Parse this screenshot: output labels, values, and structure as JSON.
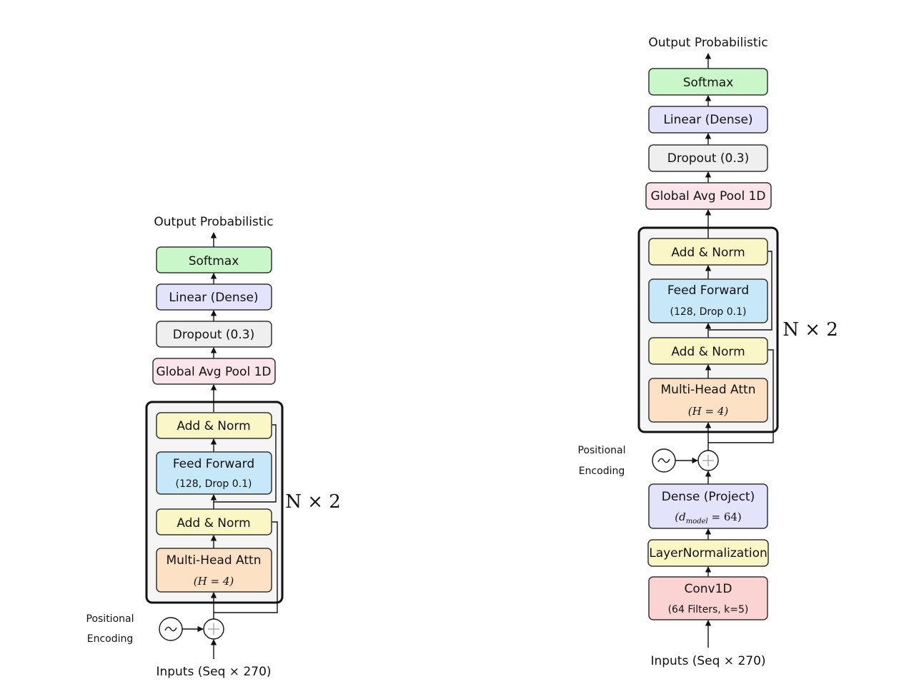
{
  "left": {
    "output": "Output Probabilistic",
    "softmax": "Softmax",
    "linear": "Linear (Dense)",
    "dropout": "Dropout (0.3)",
    "gap": "Global Avg Pool 1D",
    "addnorm_top": "Add & Norm",
    "ff_title": "Feed Forward",
    "ff_sub": "(128, Drop 0.1)",
    "addnorm_bottom": "Add & Norm",
    "mha_title": "Multi-Head Attn",
    "mha_sub": "(H = 4)",
    "nx": "N × 2",
    "pos1": "Positional",
    "pos2": "Encoding",
    "inputs": "Inputs (Seq × 270)"
  },
  "right": {
    "output": "Output Probabilistic",
    "softmax": "Softmax",
    "linear": "Linear (Dense)",
    "dropout": "Dropout (0.3)",
    "gap": "Global Avg Pool 1D",
    "addnorm_top": "Add & Norm",
    "ff_title": "Feed Forward",
    "ff_sub": "(128, Drop 0.1)",
    "addnorm_bottom": "Add & Norm",
    "mha_title": "Multi-Head Attn",
    "mha_sub": "(H = 4)",
    "nx": "N × 2",
    "pos1": "Positional",
    "pos2": "Encoding",
    "dense_title": "Dense (Project)",
    "dense_sub_main": "(d",
    "dense_sub_idx": "model",
    "dense_sub_tail": " = 64)",
    "layernorm": "LayerNormalization",
    "conv_title": "Conv1D",
    "conv_sub": "(64 Filters, k=5)",
    "inputs": "Inputs (Seq × 270)"
  },
  "colors": {
    "softmax": "#c9f7c9",
    "linear": "#e3e3fb",
    "dropout": "#efefef",
    "gap": "#fbe4ea",
    "addnorm": "#fbf6c6",
    "ff": "#c6e8f8",
    "mha": "#fde1c5",
    "dense": "#e3e3fb",
    "layernorm": "#fbf6c6",
    "conv": "#fbd3d3"
  }
}
